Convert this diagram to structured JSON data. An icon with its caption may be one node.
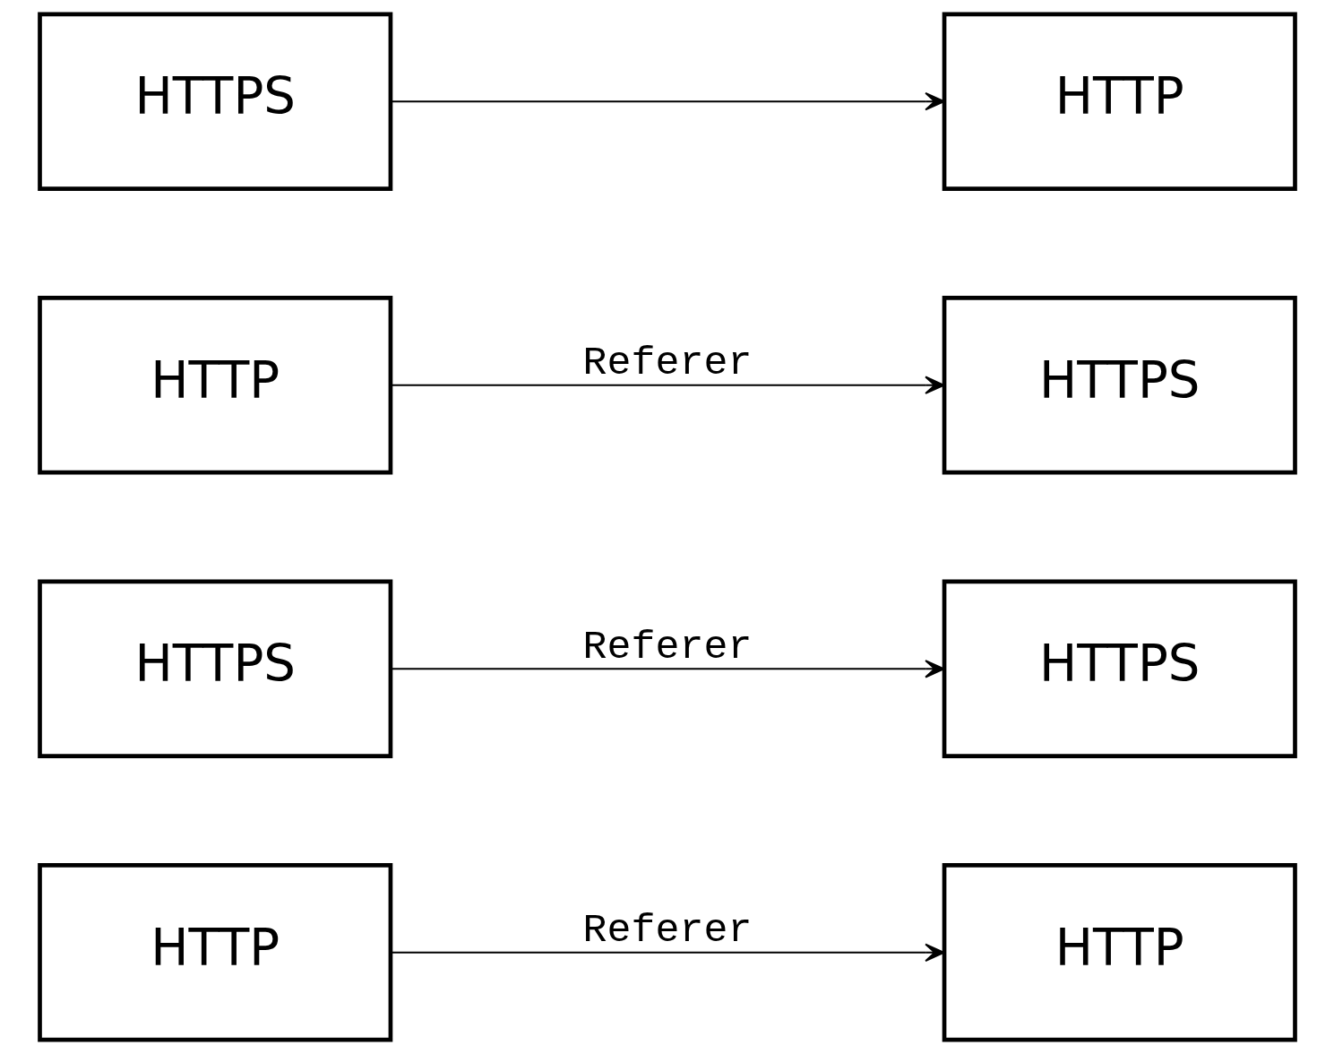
{
  "diagram": {
    "nodes": [
      {
        "text": [
          "HTTP"
        ]
      },
      {
        "text": [
          "HTTP"
        ]
      },
      {
        "text": [
          "HTTPS"
        ]
      },
      {
        "text": [
          "HTTPS"
        ]
      },
      {
        "text": [
          "HTTP"
        ]
      },
      {
        "text": [
          "HTTPS"
        ]
      },
      {
        "text": [
          "HTTPS"
        ]
      },
      {
        "text": [
          "HTTP"
        ]
      }
    ],
    "edges": [
      {
        "from": 0,
        "to": 1,
        "arrow": "to",
        "label": "Referer"
      },
      {
        "from": 2,
        "to": 3,
        "arrow": "to",
        "label": "Referer"
      },
      {
        "from": 4,
        "to": 5,
        "arrow": "to",
        "label": "Referer"
      },
      {
        "from": 6,
        "to": 7,
        "arrow": "to"
      }
    ]
  }
}
